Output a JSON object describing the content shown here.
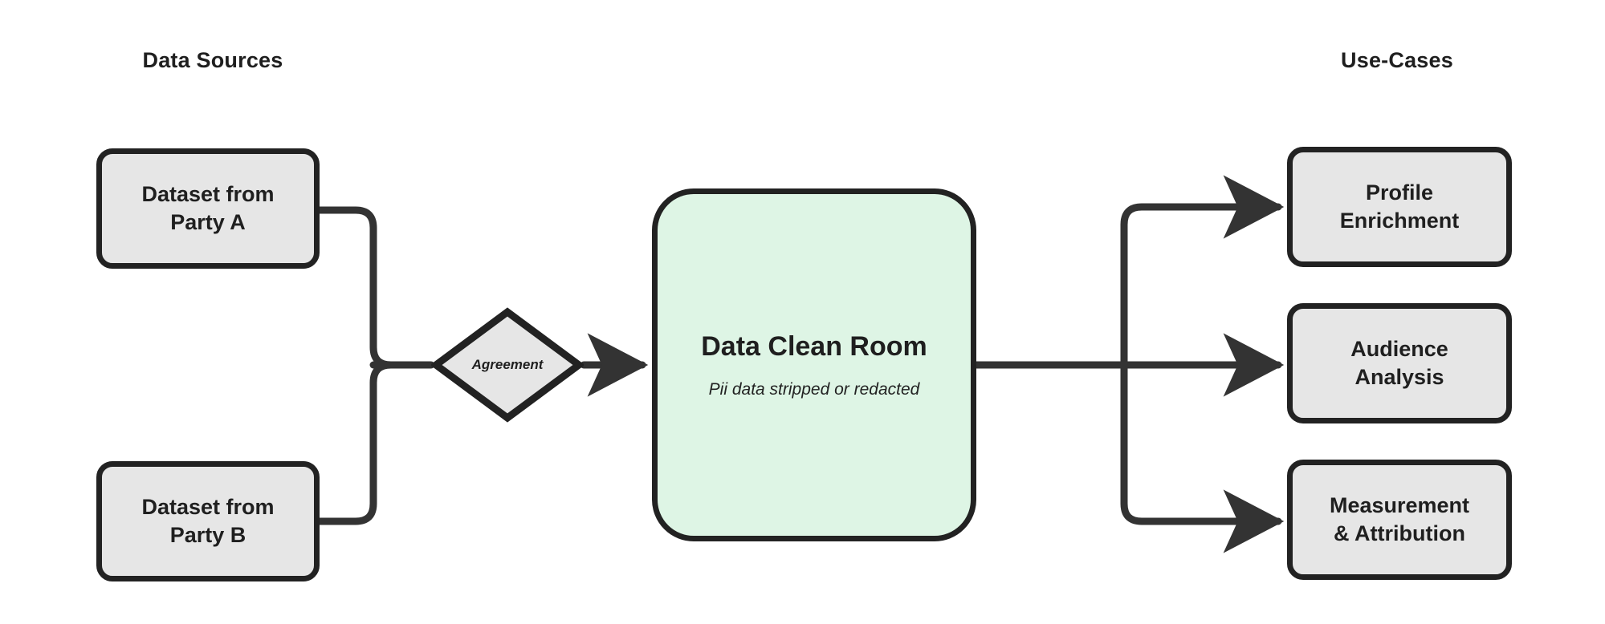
{
  "diagram": {
    "background_color": "#ffffff",
    "stroke_color": "#333333",
    "node_border_color": "#222222",
    "node_fill_color": "#E6E6E6",
    "clean_room_fill_color": "#DEF5E5",
    "titles": {
      "left": "Data Sources",
      "right": "Use-Cases"
    },
    "sources": [
      {
        "id": "party-a",
        "line1": "Dataset from",
        "line2": "Party A"
      },
      {
        "id": "party-b",
        "line1": "Dataset from",
        "line2": "Party B"
      }
    ],
    "gate": {
      "id": "agreement",
      "label": "Agreement",
      "shape": "diamond"
    },
    "clean_room": {
      "id": "clean-room",
      "title": "Data Clean Room",
      "subtitle": "Pii data stripped or redacted"
    },
    "use_cases": [
      {
        "id": "profile-enrichment",
        "line1": "Profile",
        "line2": "Enrichment"
      },
      {
        "id": "audience-analysis",
        "line1": "Audience",
        "line2": "Analysis"
      },
      {
        "id": "measurement-attribution",
        "line1": "Measurement",
        "line2": "& Attribution"
      }
    ]
  }
}
